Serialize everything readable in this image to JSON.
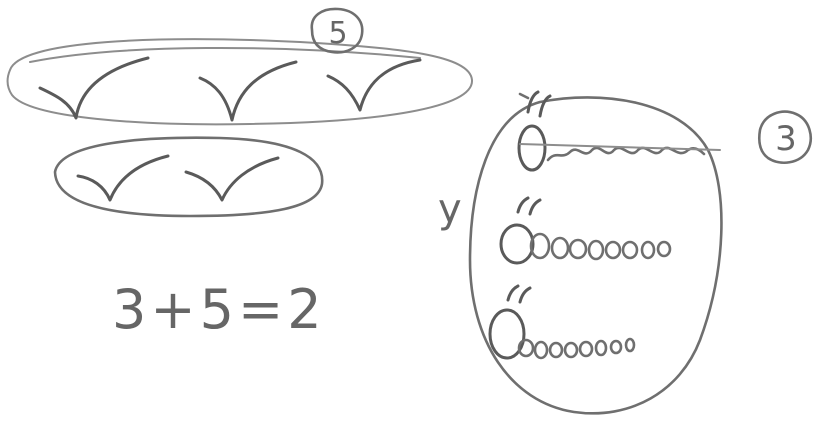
{
  "equation": {
    "text": "3+5=2"
  },
  "circled_labels": {
    "top": "5",
    "right": "3"
  },
  "side_label": "y",
  "groups": {
    "top_oval_check_marks": 3,
    "bottom_oval_check_marks": 2,
    "right_oval_caterpillars": 3
  }
}
